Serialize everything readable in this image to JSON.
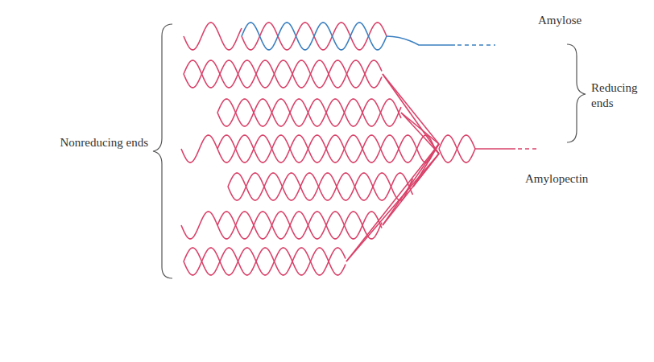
{
  "diagram": {
    "labels": [
      "Amylose",
      "Reducing ends",
      "Nonreducing ends",
      "Amylopectin"
    ]
  }
}
